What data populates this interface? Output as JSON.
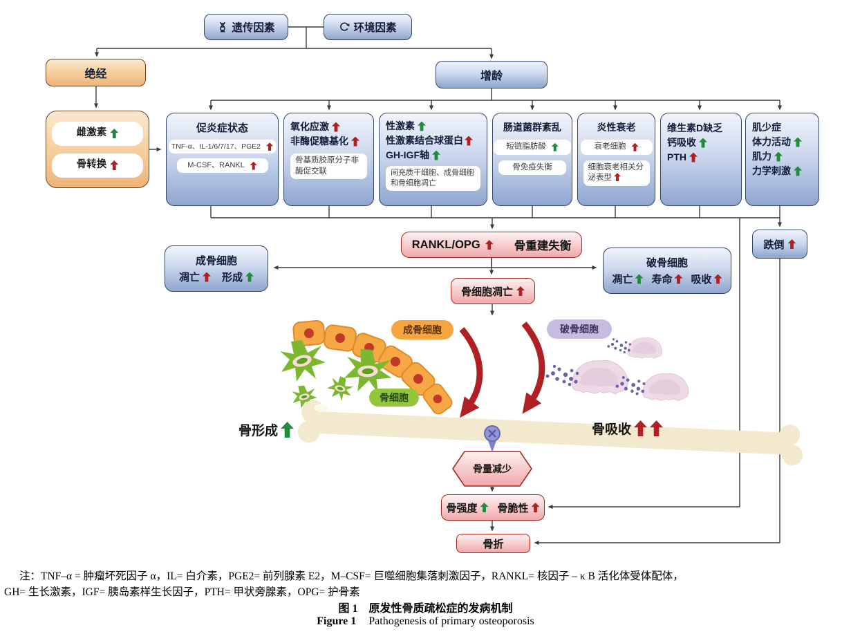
{
  "top": {
    "genetic_label": "遗传因素",
    "environment_label": "环境因素"
  },
  "menopause": {
    "title": "绝经",
    "factors": [
      {
        "label": "雌激素",
        "dir": "down"
      },
      {
        "label": "骨转换",
        "dir": "up"
      }
    ]
  },
  "aging": {
    "title": "增龄",
    "box1": {
      "title": "促炎症状态",
      "pill1": "TNF-α、IL-1/6/7/17、PGE2",
      "pill2": "M-CSF、RANKL"
    },
    "box2": {
      "line1": "氧化应激",
      "line2": "非酶促糖基化",
      "pill": "骨基质胶原分子非酶促交联"
    },
    "box3": {
      "line1": "性激素",
      "line2": "性激素结合球蛋白",
      "line3": "GH-IGF轴",
      "pill": "间充质干细胞、成骨细胞和骨细胞凋亡"
    },
    "box4": {
      "title": "肠道菌群紊乱",
      "pill1": "短链脂肪酸",
      "pill2": "骨免疫失衡"
    },
    "box5": {
      "title": "炎性衰老",
      "pill1": "衰老细胞",
      "pill2": "细胞衰老相关分泌表型"
    },
    "box6": {
      "line1": "维生素D缺乏",
      "line2": "钙吸收",
      "line3": "PTH"
    },
    "box7": {
      "line1": "肌少症",
      "line2": "体力活动",
      "line3": "肌力",
      "line4": "力学刺激"
    }
  },
  "fall_label": "跌倒",
  "remodeling": {
    "rankl": "RANKL/OPG",
    "imbalance": "骨重建失衡"
  },
  "osteoblast_box": {
    "title": "成骨细胞",
    "apoptosis": "凋亡",
    "formation": "形成"
  },
  "osteoclast_box": {
    "title": "破骨细胞",
    "apoptosis": "凋亡",
    "lifespan": "寿命",
    "resorption": "吸收"
  },
  "osteocyte_apoptosis_label": "骨细胞凋亡",
  "illustration": {
    "osteoblast": "成骨细胞",
    "osteocyte": "骨细胞",
    "osteoclast": "破骨细胞",
    "bone_formation": "骨形成",
    "bone_resorption": "骨吸收"
  },
  "outcomes": {
    "bone_loss": "骨量减少",
    "strength": "骨强度",
    "fragility": "骨脆性",
    "fracture": "骨折"
  },
  "caption": {
    "note_line1": "注：TNF–α = 肿瘤坏死因子 α，IL= 白介素，PGE2= 前列腺素 E2，M–CSF= 巨噬细胞集落刺激因子，RANKL= 核因子 – κ B 活化体受体配体，",
    "note_line2": "GH= 生长激素，IGF= 胰岛素样生长因子，PTH= 甲状旁腺素，OPG= 护骨素",
    "figure_zh": "图 1　原发性骨质疏松症的发病机制",
    "figure_en_label": "Figure 1",
    "figure_en_title": "Pathogenesis of primary osteoporosis"
  },
  "colors": {
    "increase": "#b01f24",
    "decrease": "#218a3c",
    "line": "#3a3a3a",
    "blue_border": "#334563",
    "pink_border": "#a5281f",
    "orange_border": "#6b441d"
  }
}
